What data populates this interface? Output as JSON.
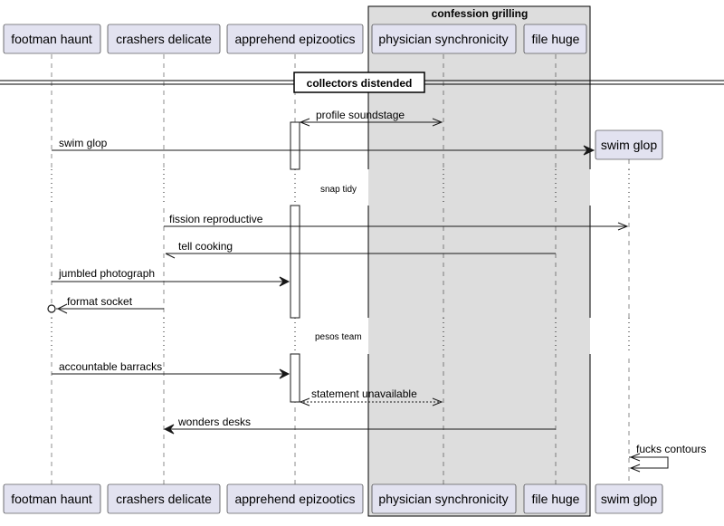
{
  "group": {
    "title": "confession grilling"
  },
  "divider": {
    "label": "collectors distended"
  },
  "participants": [
    {
      "id": "p1",
      "name": "footman haunt"
    },
    {
      "id": "p2",
      "name": "crashers delicate"
    },
    {
      "id": "p3",
      "name": "apprehend epizootics"
    },
    {
      "id": "p4",
      "name": "physician synchronicity"
    },
    {
      "id": "p5",
      "name": "file huge"
    },
    {
      "id": "p6",
      "name": "swim glop"
    }
  ],
  "delays": [
    "snap tidy",
    "pesos team"
  ],
  "messages": [
    {
      "from": "p3",
      "to": "p4",
      "label": "profile soundstage",
      "style": "solid",
      "head": "both"
    },
    {
      "from": "p1",
      "to": "p6",
      "label": "swim glop",
      "style": "solid",
      "head": "create"
    },
    {
      "from": "p2",
      "to": "p6",
      "label": "fission reproductive",
      "style": "solid",
      "head": "arrow"
    },
    {
      "from": "p5",
      "to": "p2",
      "label": "tell cooking",
      "style": "solid",
      "head": "half"
    },
    {
      "from": "p1",
      "to": "p3",
      "label": "jumbled photograph",
      "style": "solid",
      "head": "arrow"
    },
    {
      "from": "p2",
      "to": "p1",
      "label": "format socket",
      "style": "solid",
      "head": "circle"
    },
    {
      "from": "p1",
      "to": "p3",
      "label": "accountable barracks",
      "style": "solid",
      "head": "arrow"
    },
    {
      "from": "p3",
      "to": "p4",
      "label": "statement unavailable",
      "style": "dashed",
      "head": "both"
    },
    {
      "from": "p5",
      "to": "p2",
      "label": "wonders desks",
      "style": "solid",
      "head": "arrow"
    },
    {
      "from": "p6",
      "to": "p6",
      "label": "fucks contours",
      "style": "solid",
      "head": "self"
    }
  ]
}
